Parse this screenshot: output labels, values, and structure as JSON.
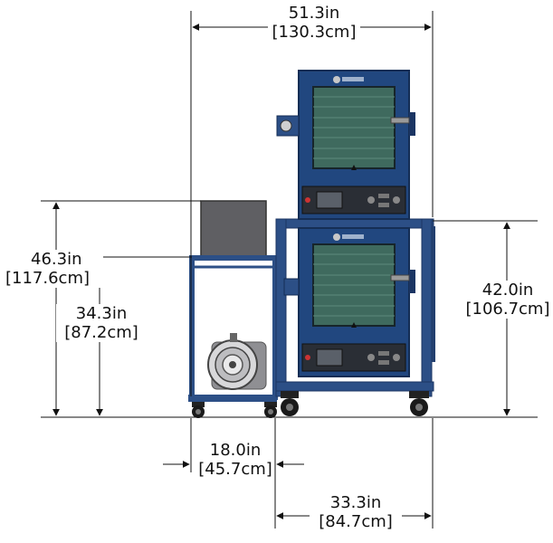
{
  "dimensions": {
    "overall_width": {
      "imperial": "51.3in",
      "metric": "[130.3cm]"
    },
    "overall_height": {
      "imperial": "46.3in",
      "metric": "[117.6cm]"
    },
    "pump_cart_height": {
      "imperial": "34.3in",
      "metric": "[87.2cm]"
    },
    "stand_height": {
      "imperial": "42.0in",
      "metric": "[106.7cm]"
    },
    "pump_cart_width": {
      "imperial": "18.0in",
      "metric": "[45.7cm]"
    },
    "stand_width": {
      "imperial": "33.3in",
      "metric": "[84.7cm]"
    }
  },
  "colors": {
    "frame_blue": "#2c4f86",
    "oven_blue": "#21477f",
    "window_green": "#3f6a5e",
    "pump_box_gray": "#5f5f63",
    "dimension_line": "#111111"
  }
}
